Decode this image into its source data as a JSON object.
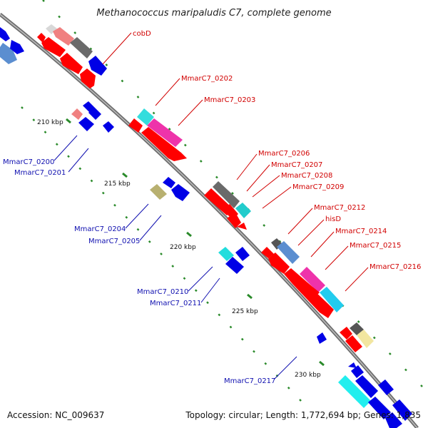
{
  "title": "Methanococcus maripaludis C7, complete genome",
  "footer": {
    "accession": "Accession: NC_009637",
    "summary": "Topology: circular; Length: 1,772,694 bp; Genes: 1,835"
  },
  "colors": {
    "forward_label": "#d10000",
    "reverse_label": "#1010b0",
    "backbone": "#7a7a7a",
    "tick": "#2a8a2a"
  },
  "ticks": [
    {
      "label": "210 kbp"
    },
    {
      "label": "215 kbp"
    },
    {
      "label": "220 kbp"
    },
    {
      "label": "225 kbp"
    },
    {
      "label": "230 kbp"
    }
  ],
  "gene_labels_forward": [
    {
      "label": "cobD"
    },
    {
      "label": "MmarC7_0202"
    },
    {
      "label": "MmarC7_0203"
    },
    {
      "label": "MmarC7_0206"
    },
    {
      "label": "MmarC7_0207"
    },
    {
      "label": "MmarC7_0208"
    },
    {
      "label": "MmarC7_0209"
    },
    {
      "label": "MmarC7_0212"
    },
    {
      "label": "hisD"
    },
    {
      "label": "MmarC7_0214"
    },
    {
      "label": "MmarC7_0215"
    },
    {
      "label": "MmarC7_0216"
    }
  ],
  "gene_labels_reverse": [
    {
      "label": "MmarC7_0200"
    },
    {
      "label": "MmarC7_0201"
    },
    {
      "label": "MmarC7_0204"
    },
    {
      "label": "MmarC7_0205"
    },
    {
      "label": "MmarC7_0210"
    },
    {
      "label": "MmarC7_0211"
    },
    {
      "label": "MmarC7_0217"
    }
  ]
}
